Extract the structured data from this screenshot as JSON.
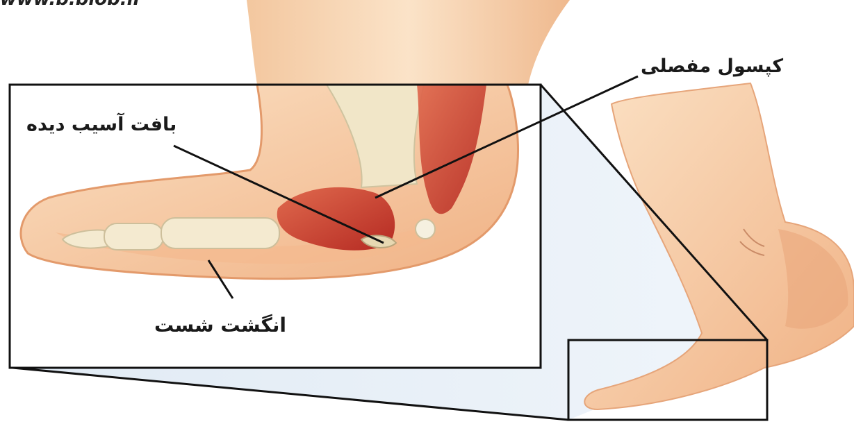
{
  "watermark": "www.b.blob.ir",
  "labels": {
    "joint_capsule": "کپسول مفصلی",
    "damaged_tissue": "بافت آسیب دیده",
    "turf_toe": "انگشت شست"
  },
  "colors": {
    "skin": "#f6c79a",
    "skin_shadow": "#e39a6b",
    "bone": "#f1e6c8",
    "muscle": "#c8382c",
    "frame": "#111111"
  }
}
